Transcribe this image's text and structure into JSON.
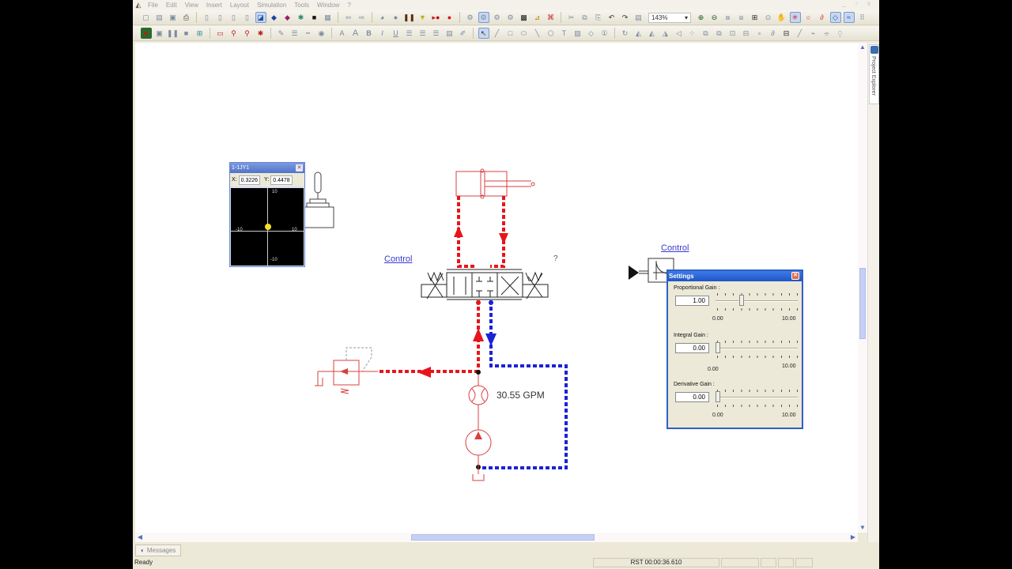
{
  "menu": {
    "items": [
      "File",
      "Edit",
      "View",
      "Insert",
      "Layout",
      "Simulation",
      "Tools",
      "Window",
      "?"
    ],
    "window_controls": "_ ▫ x"
  },
  "toolbar": {
    "zoom_level": "143%",
    "row1_icons": [
      "new-icon",
      "open-icon",
      "save-icon",
      "print-icon",
      "page1-icon",
      "page2-icon",
      "page3-icon",
      "page4-icon",
      "preview-icon",
      "component-a-icon",
      "component-b-icon",
      "sensor-icon",
      "camera-icon",
      "grid-icon",
      "back-icon",
      "forward-icon",
      "check-icon",
      "sphere-icon",
      "pause-bars-icon",
      "triangle-icon",
      "record-arrow-icon",
      "record-icon",
      "group1-icon",
      "group2-icon",
      "group3-icon",
      "group4-icon",
      "scope-icon",
      "plot-icon",
      "fork-icon",
      "cut-icon",
      "copy-icon",
      "paste-icon",
      "undo-icon",
      "redo-icon",
      "properties-icon"
    ],
    "row1_right_icons": [
      "zoom-in-icon",
      "zoom-out-icon",
      "zoom-box-icon",
      "zoom-page-icon",
      "zoom-fit-icon",
      "zoom-select-icon",
      "pan-icon",
      "snap-icon",
      "point-icon",
      "link-icon",
      "node-icon",
      "waveform-icon",
      "dots-icon"
    ],
    "row2_icons": [
      "run-icon",
      "step-icon",
      "pause-icon",
      "stop-icon",
      "tree-icon",
      "resistor-icon",
      "probe-icon",
      "multi-probe-icon",
      "network-icon",
      "pen-icon",
      "line-weight-icon",
      "dash-icon",
      "eye-icon",
      "font-small-icon",
      "font-large-icon",
      "bold-icon",
      "italic-icon",
      "underline-icon",
      "align-left-icon",
      "align-center-icon",
      "align-right-icon",
      "textbox-icon",
      "brush-icon",
      "pointer-icon",
      "line-icon",
      "rect-icon",
      "ellipse-icon",
      "arc-icon",
      "polygon-icon",
      "text-icon",
      "image-icon",
      "code-icon",
      "info-icon",
      "rotate-icon",
      "flip1-icon",
      "flip2-icon",
      "flip3-icon",
      "flip4-icon",
      "distribute-icon",
      "front-icon",
      "back-icon2",
      "group-icon",
      "ungroup-icon",
      "connect-icon",
      "disconnect-icon",
      "insert-icon",
      "wire-icon",
      "wire2-icon",
      "wire3-icon",
      "wire4-icon"
    ]
  },
  "joystick": {
    "title": "1-1JY1",
    "x_label": "X:",
    "x_value": "0.3226",
    "y_label": "Y:",
    "y_value": "0.4478",
    "axis_top": "10",
    "axis_bottom": "-10",
    "axis_left": "-10",
    "axis_right": "10"
  },
  "diagram": {
    "control_label_left": "Control",
    "control_label_right": "Control",
    "question_mark": "?",
    "flow_reading": "30.55 GPM",
    "colors": {
      "pressure": "#e8141b",
      "return": "#1c22d6",
      "component": "#d84040"
    }
  },
  "settings": {
    "title": "Settings",
    "groups": [
      {
        "label": "Proportional Gain :",
        "value": "1.00",
        "min": "0.00",
        "max": "10.00",
        "thumb_pct": 0.29
      },
      {
        "label": "Integral Gain :",
        "value": "0.00",
        "min": "0.00",
        "max": "10.00",
        "thumb_pct": 0.0
      },
      {
        "label": "Derivative Gain :",
        "value": "0.00",
        "min": "0.00",
        "max": "10.00",
        "thumb_pct": 0.0
      }
    ]
  },
  "side_panel": {
    "tab_label": "Project Explorer"
  },
  "bottom": {
    "messages_tab": "Messages",
    "status": "Ready",
    "sim_time": "RST 00:00:36.610"
  }
}
